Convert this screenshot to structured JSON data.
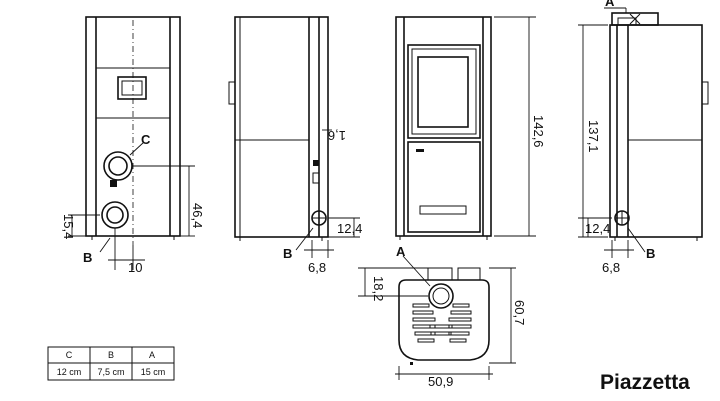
{
  "dimensions": {
    "front_left_height_lower": "46,4",
    "front_left_pipe_height": "15,4",
    "front_left_offset": "10",
    "side_top": "1,6",
    "side_height": "12,4",
    "side_depth": "6,8",
    "front_total_height": "142,6",
    "rear_height": "137,1",
    "rear_pipe_height": "12,4",
    "rear_depth": "6,8",
    "plan_depth": "60,7",
    "plan_width": "50,9",
    "plan_pipe_offset": "18,2"
  },
  "labels": {
    "c": "C",
    "b_front": "B",
    "b_side": "B",
    "b_rear": "B",
    "a_top": "A",
    "a_plan": "A"
  },
  "table": {
    "headers": [
      "A",
      "B",
      "C"
    ],
    "values": [
      "15 cm",
      "7,5 cm",
      "12 cm"
    ]
  },
  "brand": "Piazzetta"
}
